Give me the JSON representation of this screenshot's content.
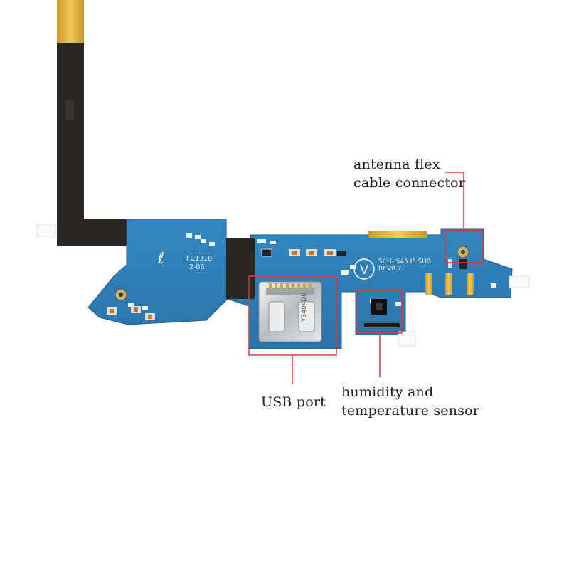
{
  "callouts": {
    "antenna": {
      "line1": "antenna flex",
      "line2": "cable connector"
    },
    "usb": {
      "line1": "USB port"
    },
    "sensor": {
      "line1": "humidity and",
      "line2": "temperature sensor"
    }
  },
  "board": {
    "label_fc": "FC1318",
    "label_date": "2-06",
    "label_model": "SCH-I545 IF SUB",
    "label_rev": "REV0.7",
    "label_port": "Y3404D0",
    "label_logo": "V"
  },
  "colors": {
    "pcb": "#2f7fb8",
    "flex": "#2b2522",
    "gold": "#e0b246",
    "callout_line": "#d9383a"
  }
}
